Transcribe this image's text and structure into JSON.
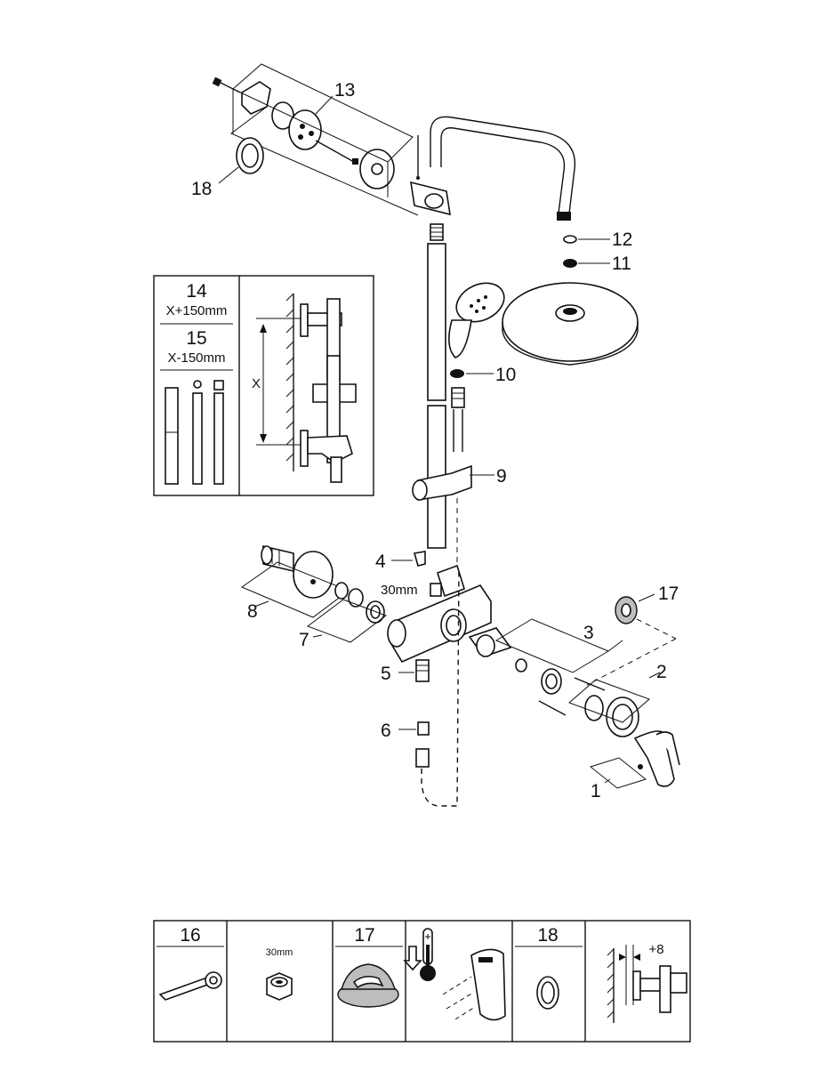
{
  "callouts": {
    "n1": "1",
    "n2": "2",
    "n3": "3",
    "n4": "4",
    "n5": "5",
    "n6": "6",
    "n7": "7",
    "n8": "8",
    "n9": "9",
    "n10": "10",
    "n11": "11",
    "n12": "12",
    "n13": "13",
    "n17": "17",
    "n18": "18"
  },
  "nut_size_label": "30mm",
  "inset": {
    "num14": "14",
    "len14": "X+150mm",
    "num15": "15",
    "len15": "X-150mm",
    "dimension_x": "X"
  },
  "legend": {
    "cell16": "16",
    "cell_nut": "30mm",
    "cell17": "17",
    "cell18": "18",
    "offset": "+8"
  }
}
